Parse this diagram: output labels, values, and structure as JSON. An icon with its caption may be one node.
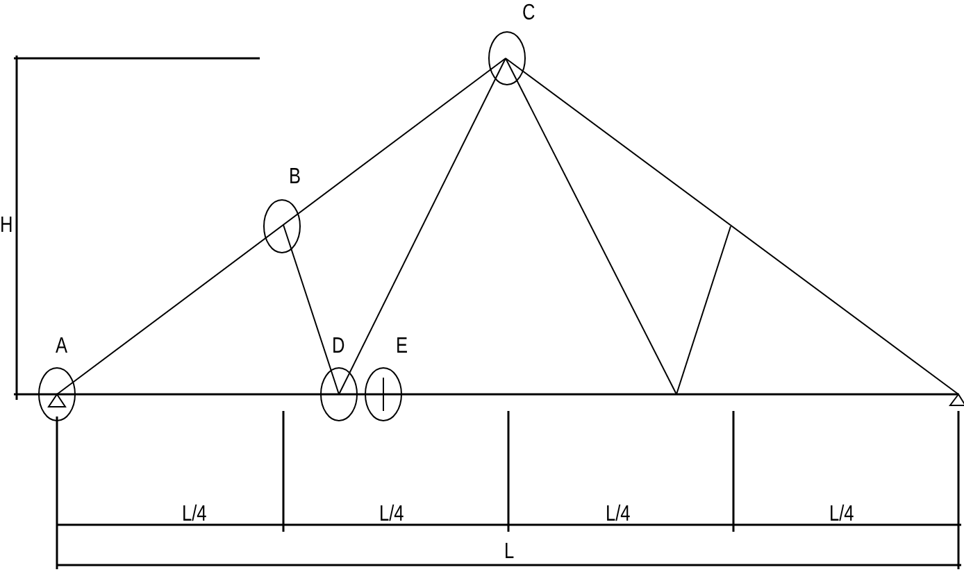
{
  "diagram": {
    "labels": [
      "C",
      "B",
      "H",
      "A",
      "D",
      "E",
      "L/4",
      "L/4",
      "L/4",
      "L/4",
      "L"
    ]
  }
}
